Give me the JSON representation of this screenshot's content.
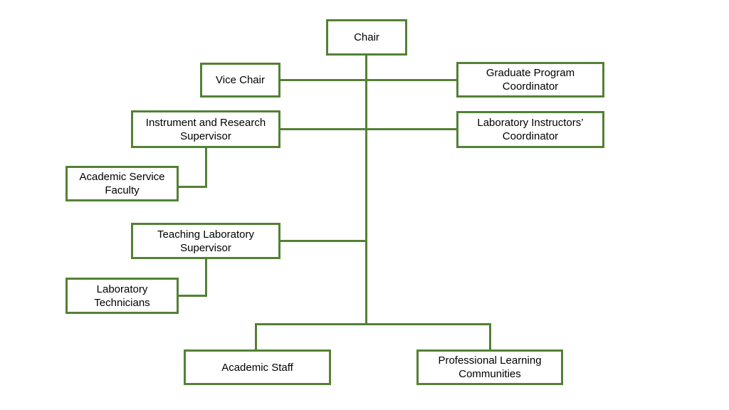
{
  "diagram": {
    "type": "org-chart",
    "colors": {
      "line": "#538135",
      "box_border": "#538135",
      "box_fill": "#ffffff",
      "text": "#000000",
      "background": "#ffffff"
    },
    "nodes": {
      "chair": {
        "label": "Chair"
      },
      "vice_chair": {
        "label": "Vice Chair"
      },
      "graduate_program_coordinator": {
        "label": "Graduate Program Coordinator"
      },
      "instrument_research_supervisor": {
        "label": "Instrument and Research Supervisor"
      },
      "laboratory_instructors_coordinator": {
        "label": "Laboratory Instructors’ Coordinator"
      },
      "academic_service_faculty": {
        "label": "Academic Service Faculty"
      },
      "teaching_laboratory_supervisor": {
        "label": "Teaching Laboratory Supervisor"
      },
      "laboratory_technicians": {
        "label": "Laboratory Technicians"
      },
      "academic_staff": {
        "label": "Academic Staff"
      },
      "professional_learning_communities": {
        "label": "Professional Learning Communities"
      }
    },
    "edges": [
      {
        "from": "chair",
        "to": "vice_chair"
      },
      {
        "from": "chair",
        "to": "graduate_program_coordinator"
      },
      {
        "from": "chair",
        "to": "instrument_research_supervisor"
      },
      {
        "from": "chair",
        "to": "laboratory_instructors_coordinator"
      },
      {
        "from": "instrument_research_supervisor",
        "to": "academic_service_faculty"
      },
      {
        "from": "chair",
        "to": "teaching_laboratory_supervisor"
      },
      {
        "from": "teaching_laboratory_supervisor",
        "to": "laboratory_technicians"
      },
      {
        "from": "chair",
        "to": "academic_staff"
      },
      {
        "from": "chair",
        "to": "professional_learning_communities"
      }
    ]
  }
}
